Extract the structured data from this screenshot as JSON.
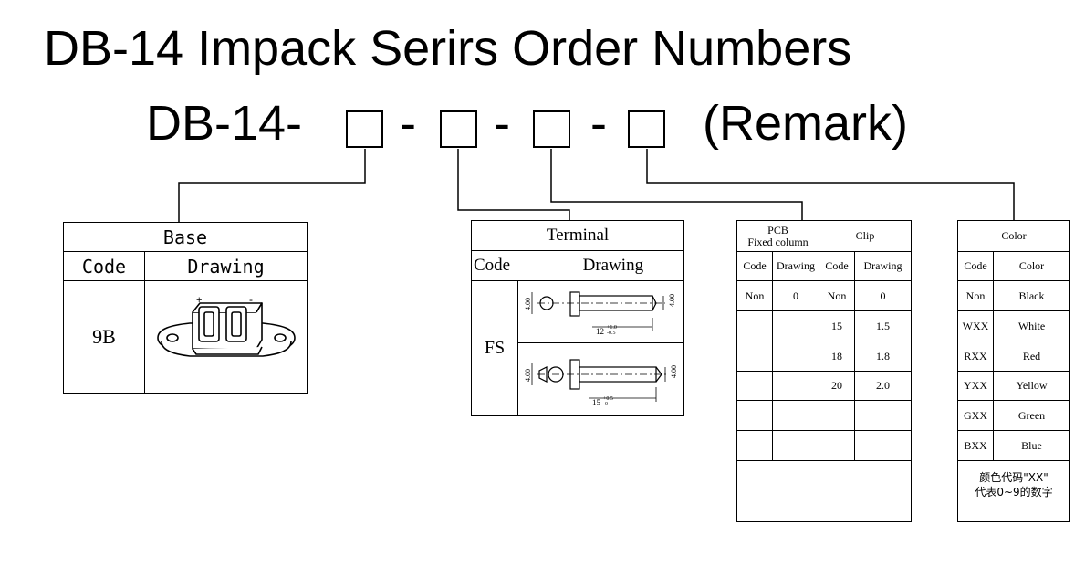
{
  "title": "DB-14 Impack Serirs Order Numbers",
  "code_line": {
    "prefix": "DB-14-",
    "sep1": "-",
    "sep2": "-",
    "sep3": "-",
    "remark": "(Remark)"
  },
  "base": {
    "header": "Base",
    "col_code": "Code",
    "col_drawing": "Drawing",
    "code": "9B",
    "drawing_marks": {
      "plus": "+",
      "minus": "-"
    }
  },
  "terminal": {
    "header": "Terminal",
    "col_code": "Code",
    "col_drawing": "Drawing",
    "code": "FS",
    "drawing1": {
      "dim_left": "4.00",
      "dim_right": "4.00",
      "length": "12",
      "tol_plus": "+1.0",
      "tol_minus": "-0.5"
    },
    "drawing2": {
      "dim_left": "4.00",
      "dim_right": "4.00",
      "length": "15",
      "tol_plus": "+0.5",
      "tol_minus": "-0"
    }
  },
  "pcb_clip": {
    "pcb_header_line1": "PCB",
    "pcb_header_line2": "Fixed column",
    "clip_header": "Clip",
    "cols": [
      "Code",
      "Drawing",
      "Code",
      "Drawing"
    ],
    "rows": [
      [
        "Non",
        "0",
        "Non",
        "0"
      ],
      [
        "",
        "",
        "15",
        "1.5"
      ],
      [
        "",
        "",
        "18",
        "1.8"
      ],
      [
        "",
        "",
        "20",
        "2.0"
      ],
      [
        "",
        "",
        "",
        ""
      ],
      [
        "",
        "",
        "",
        ""
      ]
    ]
  },
  "color": {
    "header": "Color",
    "col_code": "Code",
    "col_color": "Color",
    "rows": [
      [
        "Non",
        "Black"
      ],
      [
        "WXX",
        "White"
      ],
      [
        "RXX",
        "Red"
      ],
      [
        "YXX",
        "Yellow"
      ],
      [
        "GXX",
        "Green"
      ],
      [
        "BXX",
        "Blue"
      ]
    ],
    "note_line1": "颜色代码\"XX\"",
    "note_line2": "代表0~9的数字"
  }
}
